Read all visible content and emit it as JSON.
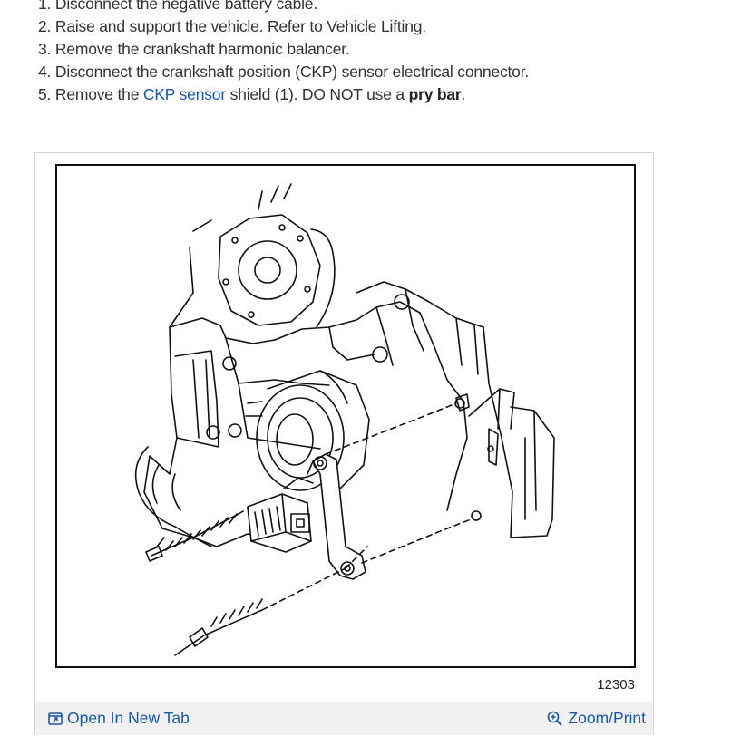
{
  "instructions": {
    "steps": [
      {
        "number": "1.",
        "text": "Disconnect the negative battery cable."
      },
      {
        "number": "2.",
        "text": "Raise and support the vehicle. Refer to Vehicle Lifting."
      },
      {
        "number": "3.",
        "text": "Remove the crankshaft harmonic balancer."
      },
      {
        "number": "4.",
        "text": "Disconnect the crankshaft position (CKP) sensor electrical connector."
      }
    ],
    "step5": {
      "number": "5.",
      "pre": "Remove the ",
      "link": "CKP sensor",
      "mid": " shield (1). DO NOT use a ",
      "bold": "pry bar",
      "post": "."
    }
  },
  "figure": {
    "number": "12303",
    "open_label": "Open In New Tab",
    "zoom_label": "Zoom/Print",
    "link_color": "#1a57a6",
    "bar_color": "#f1f1f1",
    "open_icon": "open-in-new-tab-icon",
    "zoom_icon": "magnifier-zoom-icon"
  }
}
